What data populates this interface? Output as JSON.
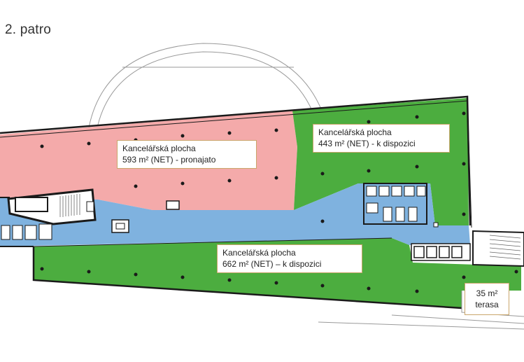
{
  "floor_title": "2. patro",
  "colors": {
    "leased": "#f4aaaa",
    "available": "#4cad3f",
    "core": "#7fb2df",
    "wall": "#1a1a1a",
    "label_border": "#c9a66b"
  },
  "areas": {
    "leased_west": {
      "name": "Kancelářská plocha",
      "size": "593 m² (NET) - pronajato"
    },
    "available_east": {
      "name": "Kancelářská plocha",
      "size": "443 m² (NET) - k dispozici"
    },
    "available_south": {
      "name": "Kancelářská plocha",
      "size": "662 m² (NET) – k dispozici"
    },
    "terrace": {
      "size": "35 m²",
      "name": "terasa"
    }
  }
}
